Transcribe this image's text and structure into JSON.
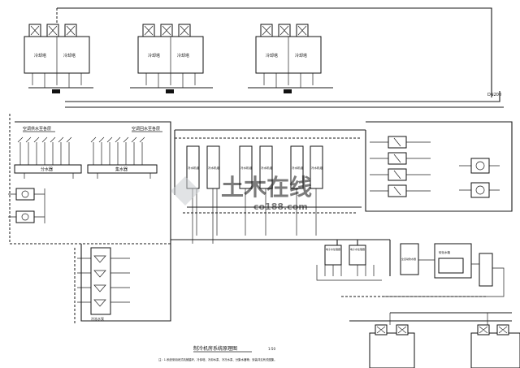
{
  "drawing": {
    "title": "制冷机房系统原理图",
    "scale": "1:50",
    "note": "注：1.系统采用闭式机械循环，冷却塔、冷却水泵、冷冻水泵、分集水器等；安装详见有关图集。"
  },
  "watermark": {
    "brand": "土木在线",
    "site": "co188.com"
  },
  "equipment": {
    "cooling_tower_label_left": "冷却塔",
    "cooling_tower_label_right": "冷却塔",
    "chiller_label_left": "冷水机组",
    "chiller_label_right": "冷水机组",
    "water_distributor": "分水器",
    "water_collector": "集水器",
    "distributor_header": "空调供水至各层",
    "collector_header": "空调回水至各层",
    "pump_group_label": "冷冻水泵",
    "soft_water_label": "软化水箱",
    "softener_label": "全自动软水器",
    "dosing_label": "电子水处理器",
    "pipe_tag": "DN200"
  },
  "colors": {
    "line": "#1a1a1a",
    "background": "#ffffff",
    "watermark": "#c9ccd0"
  }
}
